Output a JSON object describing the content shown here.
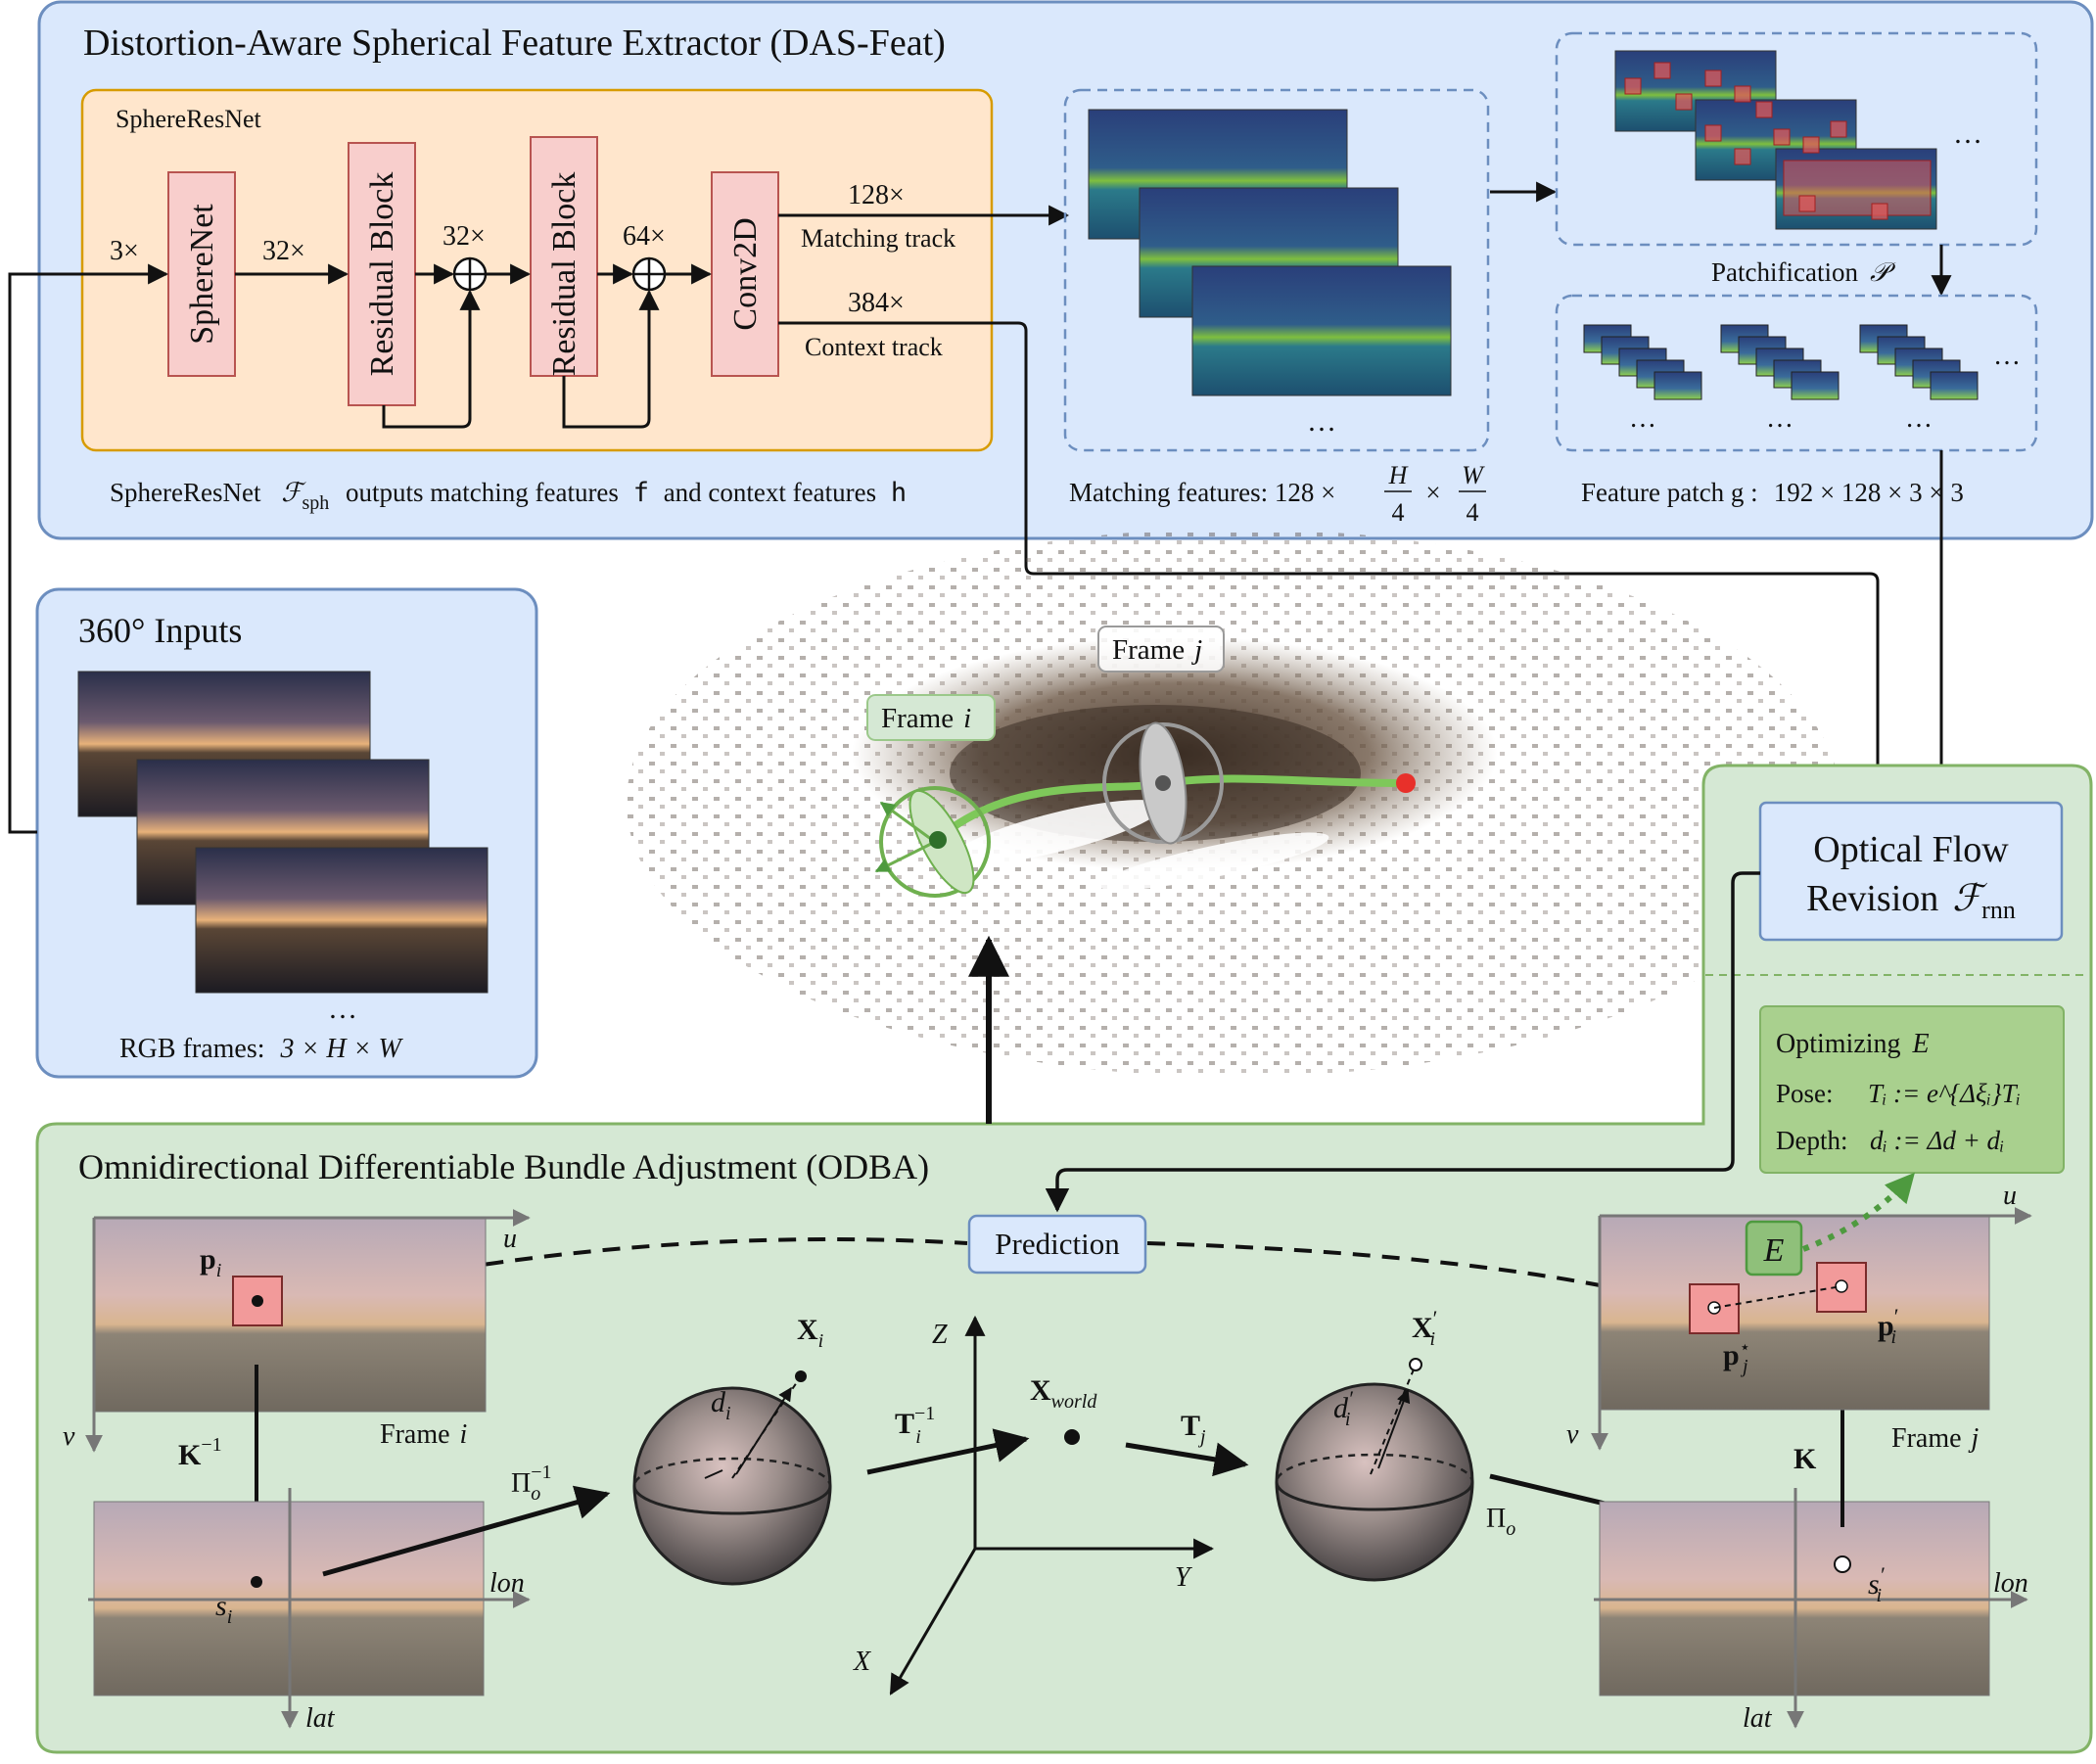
{
  "das_feat": {
    "title": "Distortion-Aware Spherical Feature Extractor (DAS-Feat)",
    "resnet_label": "SphereResNet",
    "spherenet": "SphereNet",
    "residual_block": "Residual Block",
    "conv2d": "Conv2D",
    "ch_in": "3×",
    "ch_32a": "32×",
    "ch_32b": "32×",
    "ch_64": "64×",
    "ch_128": "128×",
    "matching_track": "Matching track",
    "ch_384": "384×",
    "context_track": "Context track",
    "caption_a": "SphereResNet",
    "caption_sym": "ℱ",
    "caption_sub": "sph",
    "caption_b": "outputs matching features",
    "caption_f": "f",
    "caption_c": "and context features",
    "caption_h": "h",
    "matching_features_label": "Matching features: 128 ×",
    "frac_h_num": "H",
    "frac_den": "4",
    "frac_w_num": "W",
    "times": "×",
    "patchification": "Patchification",
    "patch_sym": "𝒫",
    "feature_patch_label": "Feature patch g :",
    "feature_patch_dims": "192 × 128 × 3 × 3",
    "ellipsis": "…"
  },
  "inputs": {
    "title": "360° Inputs",
    "caption_a": "RGB frames:",
    "caption_b": "3 × H × W",
    "ellipsis": "…"
  },
  "scene": {
    "frame_i": "Frame",
    "frame_i_var": "i",
    "frame_j": "Frame",
    "frame_j_var": "j"
  },
  "flow": {
    "title_line1": "Optical Flow",
    "title_line2": "Revision",
    "sym": "ℱ",
    "sub": "rnn"
  },
  "optimizing": {
    "title": "Optimizing",
    "title_var": "E",
    "pose_label": "Pose:",
    "pose_eq": "Tᵢ := e^{Δξᵢ}Tᵢ",
    "depth_label": "Depth:",
    "depth_eq": "dᵢ := Δd + dᵢ"
  },
  "odba": {
    "title": "Omnidirectional Differentiable Bundle Adjustment (ODBA)",
    "prediction": "Prediction",
    "p_i": "p",
    "u": "u",
    "v": "v",
    "frame_i": "Frame",
    "frame_i_var": "i",
    "k_inv": "K",
    "s_i": "s",
    "lon": "lon",
    "lat": "lat",
    "pi_o_inv": "Π",
    "x_i": "X",
    "d_i": "d",
    "t_i_inv": "T",
    "x_world": "X",
    "x_world_sub": "world",
    "axis_z": "Z",
    "axis_y": "Y",
    "axis_x": "X",
    "t_j": "T",
    "x_i_prime": "X",
    "d_i_prime": "d",
    "pi_o": "Π",
    "k": "K",
    "s_i_prime": "s",
    "e_label": "E",
    "p_j_star": "p",
    "p_i_prime": "p",
    "frame_j": "Frame",
    "frame_j_var": "j"
  },
  "colors": {
    "das_bg": "#dae8fc",
    "das_border": "#6c8ebf",
    "resnet_bg": "#ffe6cc",
    "resnet_border": "#d79b00",
    "block_fill": "#f8cecc",
    "block_border": "#b85450",
    "odba_bg": "#d5e8d4",
    "odba_border": "#82b366",
    "opt_bg": "#a9d08e",
    "accent_green": "#4e9a3f"
  }
}
